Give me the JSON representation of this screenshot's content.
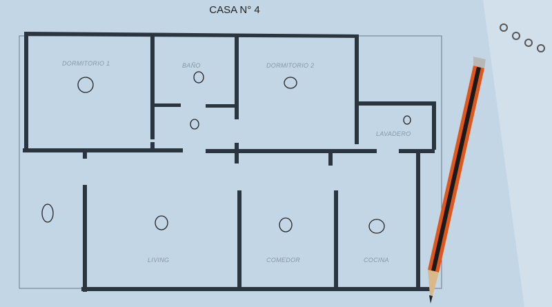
{
  "title": "CASA N° 4",
  "rooms": {
    "dormitorio1": "DORMITORIO  1",
    "bano": "BAÑO",
    "dormitorio2": "DORMITORIO  2",
    "lavadero": "LAVADERO",
    "living": "LIVING",
    "comedor": "COMEDOR",
    "cocina": "COCINA"
  },
  "colors": {
    "paper": "#c3d6e6",
    "wall": "#2b3540",
    "pencil_body": "#e0571c",
    "pencil_stripe": "#1a1a1a"
  }
}
